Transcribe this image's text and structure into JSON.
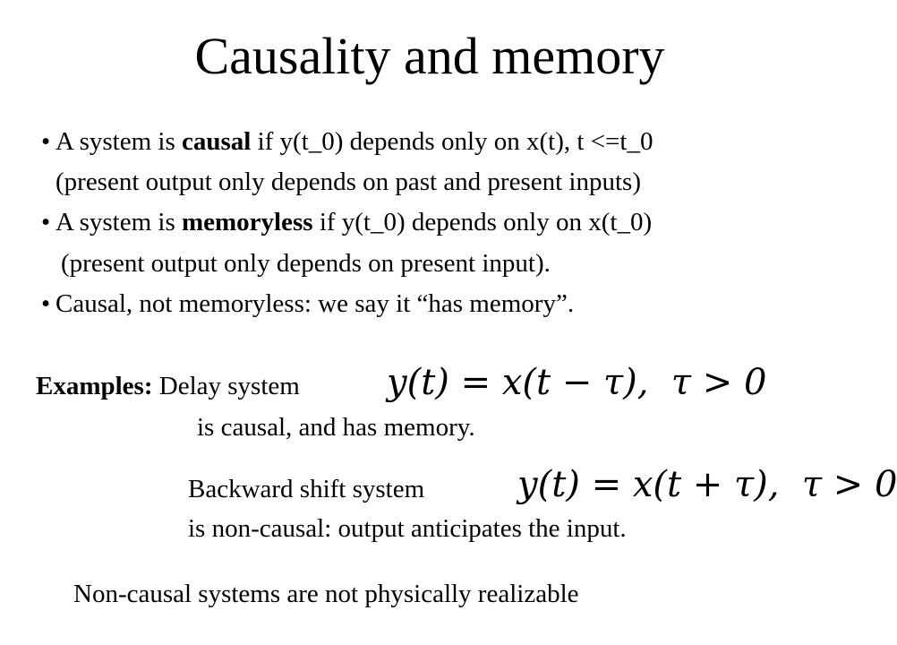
{
  "slide": {
    "title": "Causality and memory",
    "bullets": [
      {
        "bullet": "•",
        "pre": "A system is ",
        "bold": "causal",
        "post": " if y(t_0) depends only on x(t), t <=t_0",
        "continuation": "(present output only depends on past and present inputs)"
      },
      {
        "bullet": "•",
        "pre": "A system is ",
        "bold": "memoryless",
        "post": " if y(t_0) depends only on x(t_0)",
        "continuation": "(present output only depends on present input)."
      },
      {
        "bullet": "•",
        "text": "Causal, not memoryless: we say it “has memory”."
      }
    ],
    "examples": {
      "label": "Examples:",
      "delay_text": "Delay system",
      "delay_formula": {
        "lhs": "y(t) = x(t ",
        "op": "−",
        "rhs": " τ),",
        "cond": "τ > 0"
      },
      "delay_desc": "is causal, and has memory.",
      "backward_text": "Backward shift system",
      "backward_formula": {
        "lhs": "y(t) = x(t ",
        "op": "+",
        "rhs": " τ),",
        "cond": "τ > 0"
      },
      "backward_desc": "is non-causal: output anticipates the input."
    },
    "footer": "Non-causal systems are not physically realizable"
  }
}
